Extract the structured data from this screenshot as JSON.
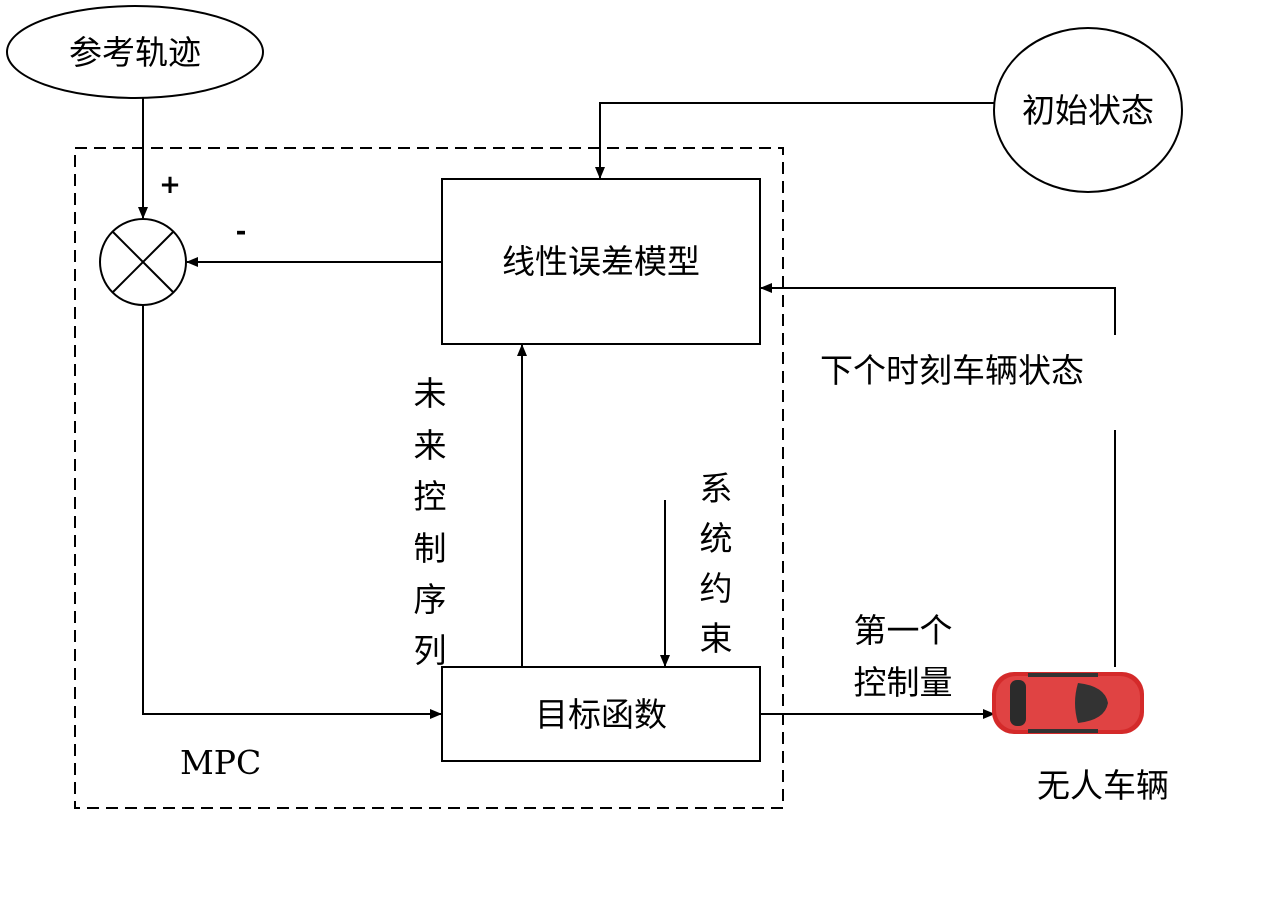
{
  "nodes": {
    "reference": "参考轨迹",
    "initial_state": "初始状态",
    "error_model": "线性误差模型",
    "objective": "目标函数",
    "vehicle": "无人车辆",
    "mpc": "MPC"
  },
  "signs": {
    "plus": "+",
    "minus": "-"
  },
  "edges": {
    "future_control": [
      "未",
      "来",
      "控",
      "制",
      "序",
      "列"
    ],
    "constraints": [
      "系",
      "统",
      "约",
      "束"
    ],
    "first_control": [
      "第一个",
      "控制量"
    ],
    "next_state": "下个时刻车辆状态"
  },
  "colors": {
    "car": "#d42a2a"
  }
}
